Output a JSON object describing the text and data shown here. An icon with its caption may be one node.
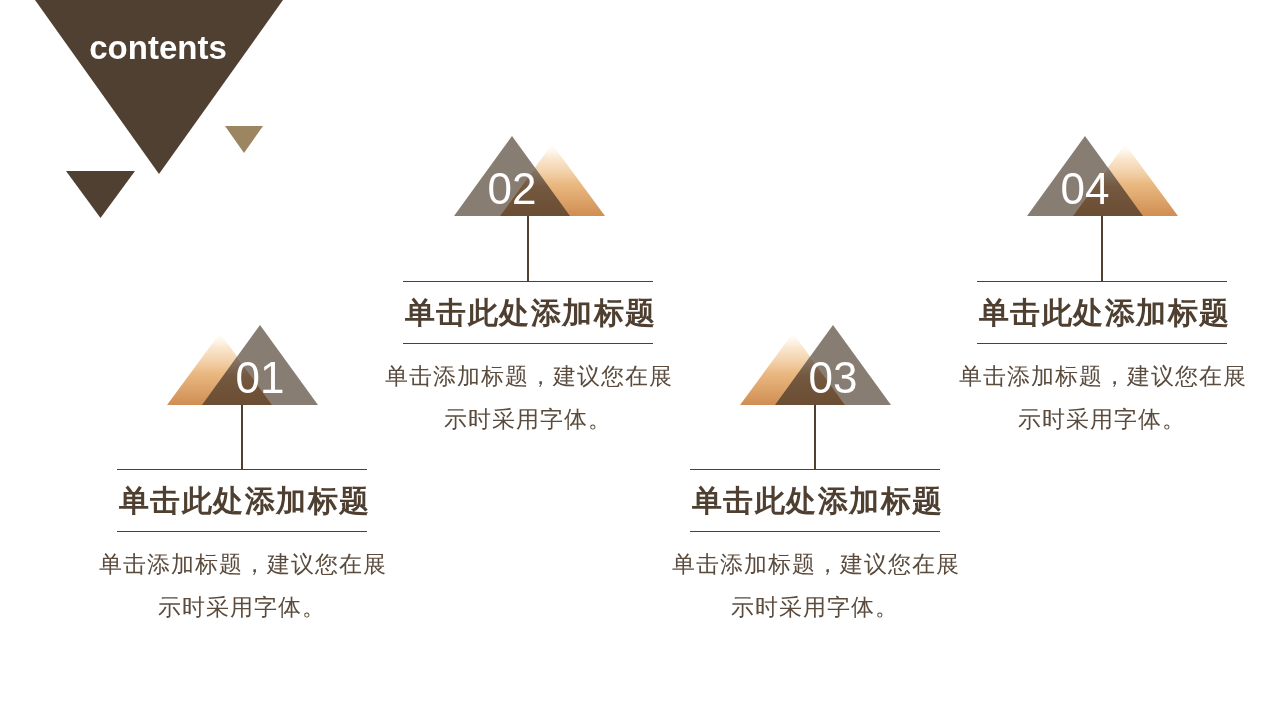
{
  "diagram": {
    "title": "contents",
    "nodes": [
      {
        "text": [
          "01"
        ]
      },
      {
        "text": [
          "单击此处添加标题",
          "单击添加标题，建议您在展示时采用字体。"
        ]
      },
      {
        "text": [
          "02"
        ]
      },
      {
        "text": [
          "单击此处添加标题",
          "单击添加标题，建议您在展示时采用字体。"
        ]
      },
      {
        "text": [
          "03"
        ]
      },
      {
        "text": [
          "单击此处添加标题",
          "单击添加标题，建议您在展示时采用字体。"
        ]
      },
      {
        "text": [
          "04"
        ]
      },
      {
        "text": [
          "单击此处添加标题",
          "单击添加标题，建议您在展示时采用字体。"
        ]
      }
    ],
    "edges": [
      {
        "from": 0,
        "to": 1,
        "arrow": "none"
      },
      {
        "from": 2,
        "to": 3,
        "arrow": "none"
      },
      {
        "from": 4,
        "to": 5,
        "arrow": "none"
      },
      {
        "from": 6,
        "to": 7,
        "arrow": "none"
      }
    ]
  }
}
